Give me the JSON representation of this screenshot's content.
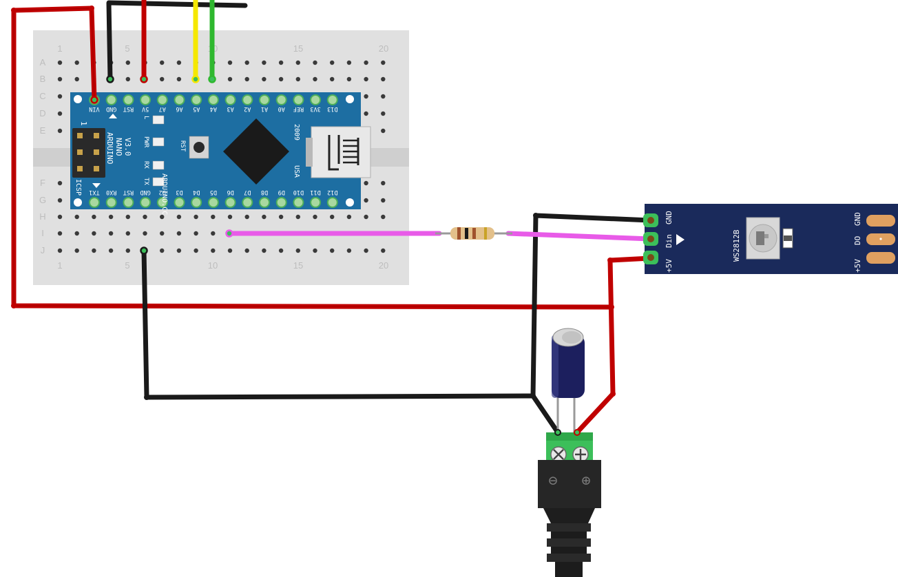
{
  "breadboard": {
    "row_labels": [
      "A",
      "B",
      "C",
      "D",
      "E",
      "F",
      "G",
      "H",
      "I",
      "J"
    ],
    "column_numbers": [
      "1",
      "5",
      "10",
      "15",
      "20"
    ]
  },
  "arduino": {
    "name_line1": "ARDUINO",
    "name_line2": "NANO",
    "name_line3": "V3.0",
    "brand": "ARDUINO.CC",
    "year": "2009",
    "country": "USA",
    "icsp_label": "ICSP",
    "icsp_pin1": "1",
    "reset_label": "RST",
    "leds": [
      "L",
      "PWR",
      "RX",
      "TX"
    ],
    "top_pins": [
      "VIN",
      "GND",
      "RST",
      "5V",
      "A7",
      "A6",
      "A5",
      "A4",
      "A3",
      "A2",
      "A1",
      "A0",
      "REF",
      "3V3",
      "D13"
    ],
    "bottom_pins": [
      "TX1",
      "RX0",
      "RST",
      "GND",
      "D2",
      "D3",
      "D4",
      "D5",
      "D6",
      "D7",
      "D8",
      "D9",
      "D10",
      "D11",
      "D12"
    ]
  },
  "led_strip": {
    "chip_label": "WS2812B",
    "left_labels": [
      "GND",
      "Din",
      "+5V"
    ],
    "right_labels": [
      "GND",
      "DO",
      "+5V"
    ]
  },
  "power_jack": {
    "minus_symbol": "⊖",
    "plus_symbol": "⊕"
  },
  "colors": {
    "arduino_board": "#1d6ea2",
    "led_strip": "#1a2a5b",
    "wire_red": "#c00000",
    "wire_black": "#1a1a1a",
    "wire_yellow": "#f5e800",
    "wire_green": "#2fb82f",
    "wire_magenta": "#e85be8",
    "terminal_green": "#3cbf5a",
    "capacitor": "#1c1f5e",
    "copper_pad": "#e0a060"
  }
}
